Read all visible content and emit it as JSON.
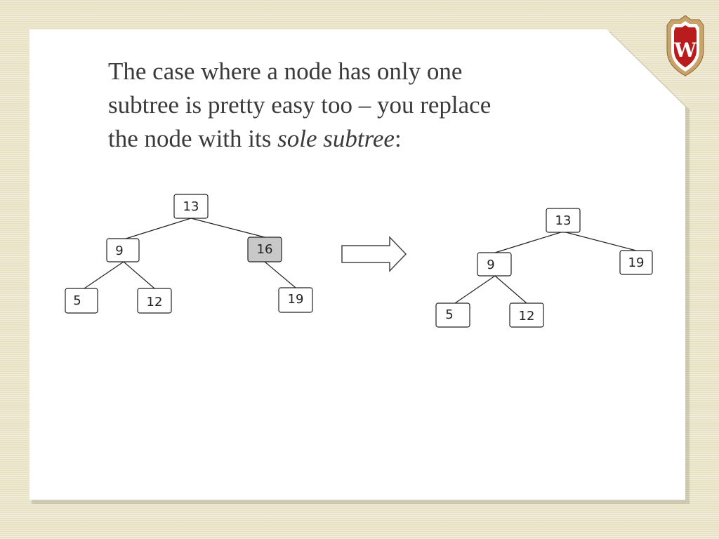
{
  "slide": {
    "heading_line1": "The case where a node has only one",
    "heading_line2": "subtree is pretty easy too – you replace",
    "heading_line3_start": "the node with its ",
    "heading_emphasis": "sole subtree",
    "heading_end": ":"
  },
  "logo": {
    "letter": "W",
    "icon": "university-crest-icon"
  },
  "diagram": {
    "before": {
      "root": "13",
      "left": "9",
      "right": "16",
      "left_left": "5",
      "left_right": "12",
      "right_right": "19"
    },
    "after": {
      "root": "13",
      "left": "9",
      "right": "19",
      "left_left": "5",
      "left_right": "12"
    },
    "highlight_color": "#c8c8c8"
  }
}
